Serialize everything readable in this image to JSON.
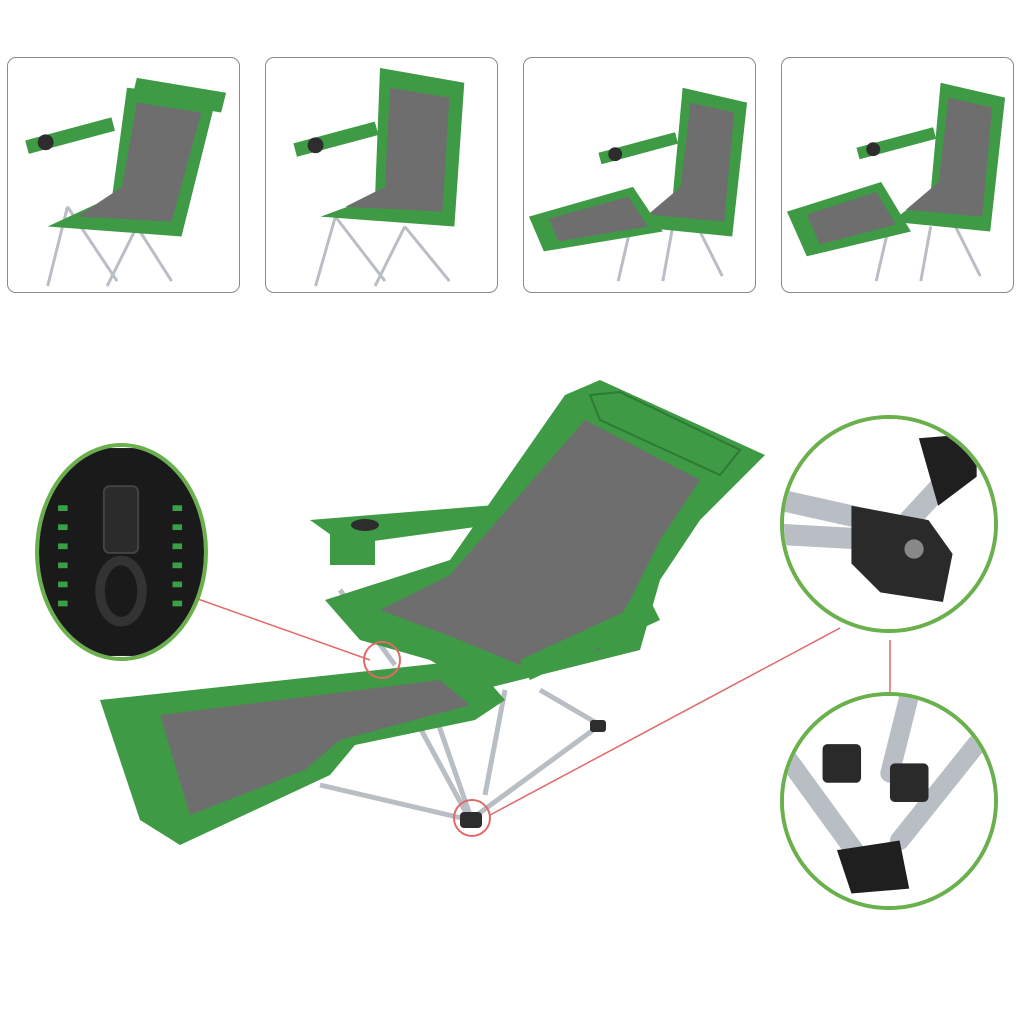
{
  "colors": {
    "fabric_green": "#3f9a45",
    "fabric_dark_green": "#2d7a34",
    "mesh_gray": "#6e6e6e",
    "frame_silver": "#b9bec4",
    "callout_line": "#e06a6a",
    "circle_border": "#6ab04c",
    "thumb_border": "#8a8a8a"
  },
  "thumbnails": [
    {
      "position": "reclined"
    },
    {
      "position": "upright"
    },
    {
      "position": "footrest-extended-upright"
    },
    {
      "position": "footrest-extended-reclined"
    }
  ],
  "callouts": [
    {
      "detail": "zipper"
    },
    {
      "detail": "armrest-hinge-joint"
    },
    {
      "detail": "leg-joint-connector"
    }
  ]
}
